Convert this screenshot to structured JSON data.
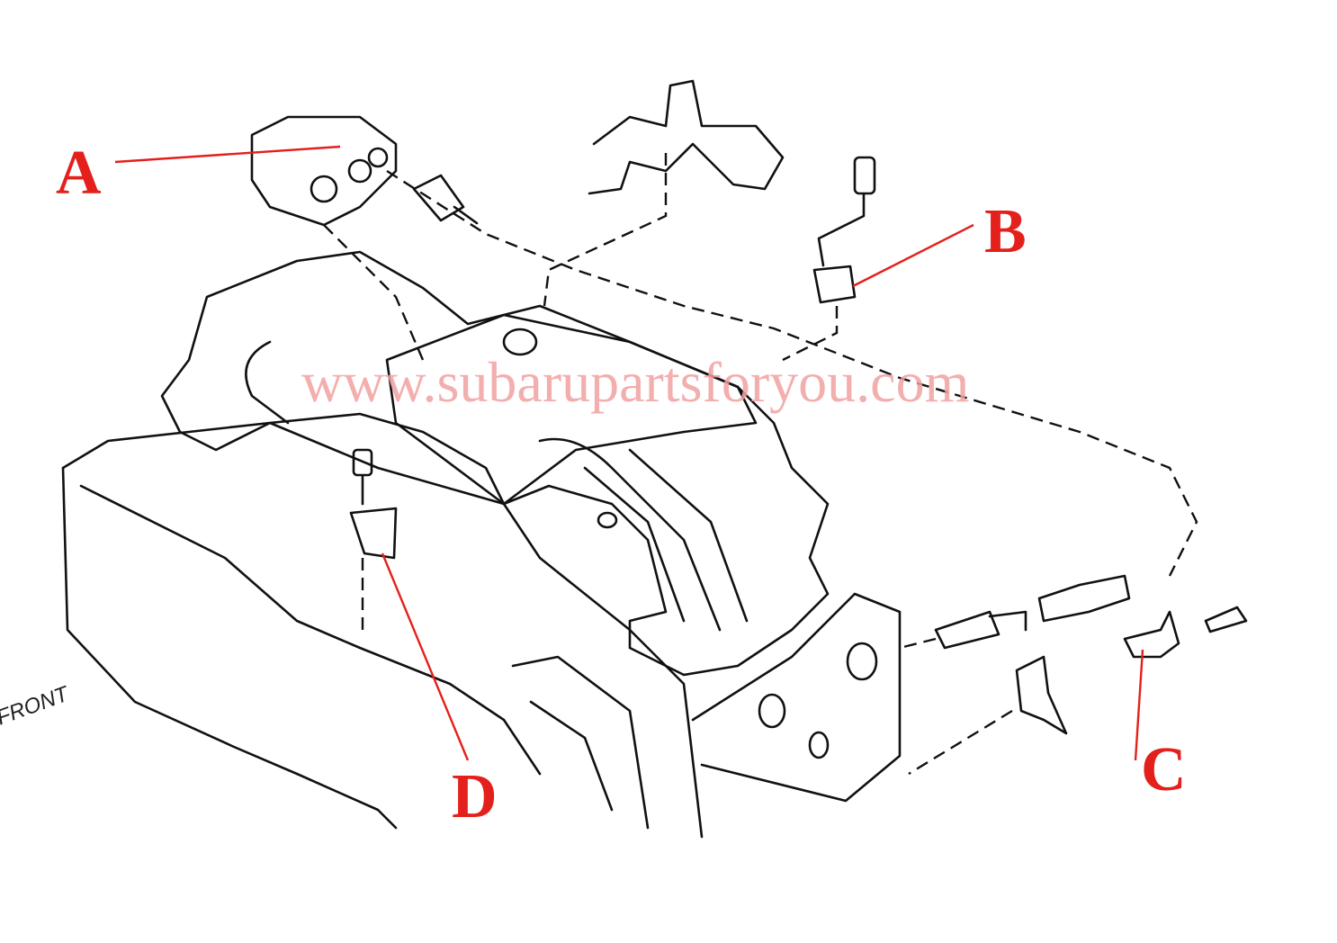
{
  "diagram": {
    "labels": {
      "a": "A",
      "b": "B",
      "c": "C",
      "d": "D"
    },
    "watermark": "www.subarupartsforyou.com",
    "front_marker": "FRONT",
    "colors": {
      "label": "#e3201b",
      "watermark": "#f2a0a0",
      "lines": "#111111"
    }
  }
}
